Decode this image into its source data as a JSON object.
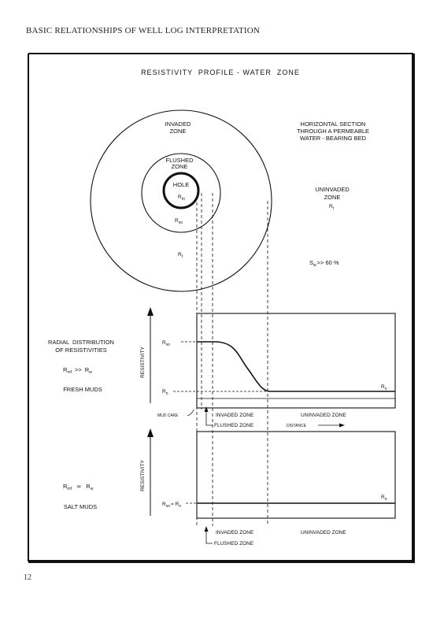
{
  "page": {
    "header": "BASIC RELATIONSHIPS OF WELL LOG INTERPRETATION",
    "page_number": "12"
  },
  "figure": {
    "title": "RESISTIVITY  PROFILE - WATER  ZONE",
    "section_note": [
      "HORIZONTAL  SECTION",
      "THROUGH A PERMEABLE",
      "WATER - BEARING BED"
    ],
    "invaded_zone": [
      "INVADED",
      "ZONE"
    ],
    "flushed_zone": [
      "FLUSHED",
      "ZONE"
    ],
    "hole": "HOLE",
    "rm": {
      "main": "R",
      "sub": "m"
    },
    "rxo": {
      "main": "R",
      "sub": "xo"
    },
    "rt": {
      "main": "R",
      "sub": "t"
    },
    "uninvaded_zone": [
      "UNINVADED",
      "ZONE"
    ],
    "uninvaded_rt": {
      "main": "R",
      "sub": "t"
    },
    "sw": {
      "main": "S",
      "sub": "w",
      "rest": ">> 60 %"
    }
  },
  "fresh": {
    "caption": [
      "RADIAL  DISTRIBUTION",
      "OF RESISTIVITIES"
    ],
    "relation": {
      "a": "R",
      "a_sub": "mf",
      "op": ">>",
      "b": "R",
      "b_sub": "w"
    },
    "mud_type": "FRESH MUDS",
    "axis_label": "RESISTIVITY",
    "rxo_label": {
      "main": "R",
      "sub": "xo"
    },
    "ro_label": {
      "main": "R",
      "sub": "o"
    },
    "ro_right": {
      "main": "R",
      "sub": "o"
    },
    "mud_cake": "MUD CAKE",
    "invaded_zone": "INVADED ZONE",
    "uninvaded_zone": "UNINVADED ZONE",
    "flushed_zone": "FLUSHED ZONE",
    "distance": "DISTANCE"
  },
  "salt": {
    "relation": {
      "a": "R",
      "a_sub": "mf",
      "op": "≃",
      "b": "R",
      "b_sub": "w"
    },
    "mud_type": "SALT MUDS",
    "axis_label": "RESISTIVITY",
    "rxo_ro_label": {
      "a": "R",
      "a_sub": "xo",
      "eq": "= ",
      "b": "R",
      "b_sub": "o"
    },
    "ro_right": {
      "main": "R",
      "sub": "o"
    },
    "invaded_zone": "INVADED ZONE",
    "uninvaded_zone": "UNINVADED ZONE",
    "flushed_zone": "FLUSHED ZONE"
  }
}
